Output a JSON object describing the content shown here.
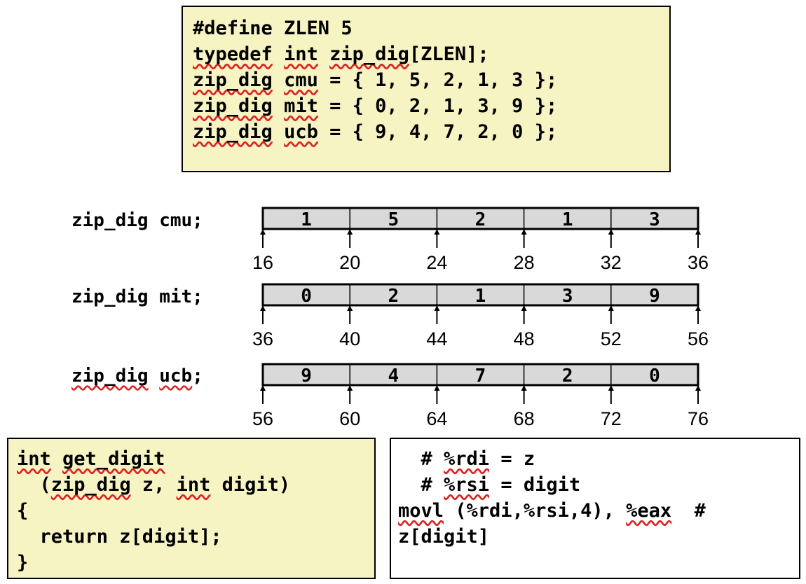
{
  "top_code": [
    "#define ZLEN 5",
    "typedef int zip_dig[ZLEN];",
    "",
    "zip_dig cmu = { 1, 5, 2, 1, 3 };",
    "zip_dig mit = { 0, 2, 1, 3, 9 };",
    "zip_dig ucb = { 9, 4, 7, 2, 0 };"
  ],
  "arrays": [
    {
      "label": "zip_dig cmu;",
      "values": [
        "1",
        "5",
        "2",
        "1",
        "3"
      ],
      "addresses": [
        "16",
        "20",
        "24",
        "28",
        "32",
        "36"
      ]
    },
    {
      "label": "zip_dig mit;",
      "values": [
        "0",
        "2",
        "1",
        "3",
        "9"
      ],
      "addresses": [
        "36",
        "40",
        "44",
        "48",
        "52",
        "56"
      ]
    },
    {
      "label": "zip_dig ucb;",
      "values": [
        "9",
        "4",
        "7",
        "2",
        "0"
      ],
      "addresses": [
        "56",
        "60",
        "64",
        "68",
        "72",
        "76"
      ]
    }
  ],
  "c_code": [
    "int get_digit",
    "  (zip_dig z, int digit)",
    "{",
    "  return z[digit];",
    "}"
  ],
  "asm_code": [
    "  # %rdi = z",
    "  # %rsi = digit",
    "movl (%rdi,%rsi,4), %eax  #",
    "z[digit]"
  ],
  "colors": {
    "code_bg": "#f7f4c4",
    "cell_fill": "#d9d9d9",
    "spellcheck": "#dd2222"
  }
}
